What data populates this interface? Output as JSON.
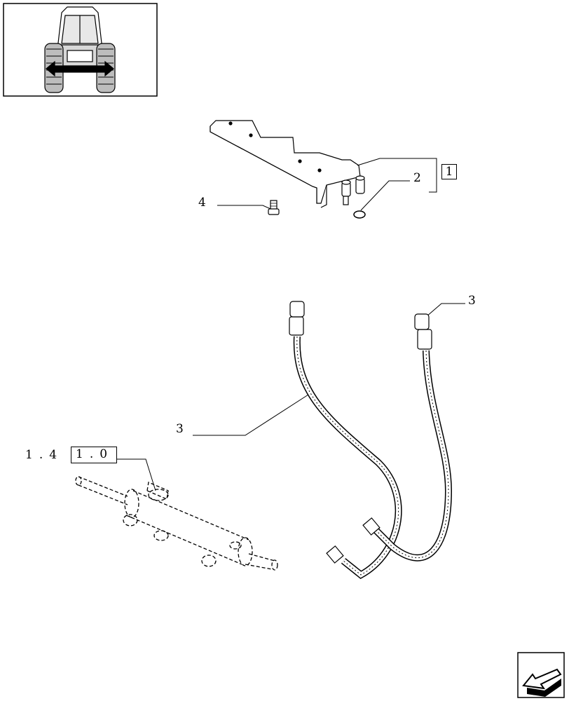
{
  "thumbnail": {
    "icon": "tractor-rear-view-icon"
  },
  "labels": {
    "kit_number": "1",
    "part_2": "2",
    "part_3_upper": "3",
    "part_3_left": "3",
    "part_4": "4",
    "reference_prefix": "1.4",
    "reference_box": "1.0"
  },
  "nav": {
    "icon": "previous-page-arrow-icon"
  }
}
